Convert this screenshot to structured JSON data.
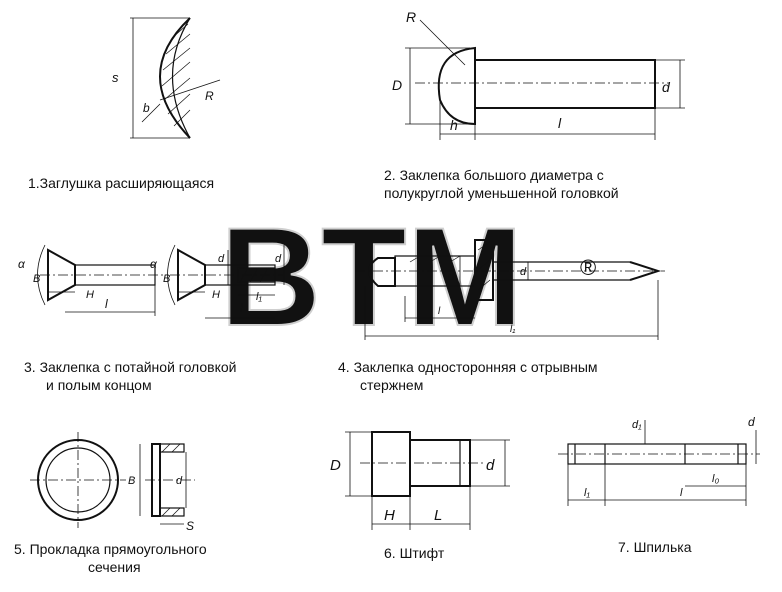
{
  "watermark": {
    "text": "BTM",
    "registered": "®",
    "color": "#d9d9d9"
  },
  "parts": [
    {
      "caption": "1.Заглушка расширяющаяся",
      "labels": {
        "s": "s",
        "b": "b",
        "R": "R"
      }
    },
    {
      "caption": "2. Заклепка большого диаметра с",
      "caption2": "полукруглой уменьшенной головкой",
      "labels": {
        "R": "R",
        "D": "D",
        "h": "h",
        "l": "l",
        "d": "d"
      }
    },
    {
      "caption": "3. Заклепка с потайной головкой",
      "caption2": "и полым концом",
      "labels": {
        "alpha1": "α",
        "B1": "B",
        "H1": "H",
        "l1": "l",
        "alpha2": "α",
        "B2": "B",
        "H2": "H",
        "l2": "l",
        "d": "d",
        "d1": "d",
        "l1sub": "l₁"
      }
    },
    {
      "caption": "4. Заклепка односторонняя с отрывным",
      "caption2": "стержнем",
      "labels": {
        "d": "d",
        "d_rod": "d",
        "l": "l",
        "l1": "l₁"
      }
    },
    {
      "caption": "5. Прокладка прямоугольного",
      "caption2": "сечения",
      "labels": {
        "B": "B",
        "d": "d",
        "S": "S"
      }
    },
    {
      "caption": "6. Штифт",
      "labels": {
        "D": "D",
        "d": "d",
        "H": "H",
        "L": "L"
      }
    },
    {
      "caption": "7. Шпилька",
      "labels": {
        "d1": "d₁",
        "d": "d",
        "l0": "l₀",
        "l1": "l₁",
        "l": "l"
      }
    }
  ]
}
